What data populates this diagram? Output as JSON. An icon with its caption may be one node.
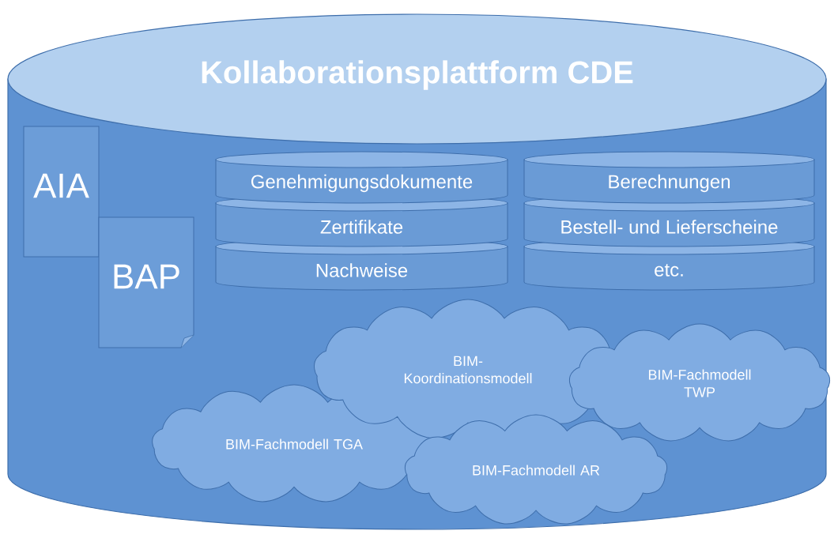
{
  "diagram": {
    "nodes": [
      {
        "text": [
          "Kollaborationsplattform CDE"
        ]
      },
      {
        "text": [
          "AIA"
        ],
        "in": 0
      },
      {
        "text": [
          "BAP"
        ],
        "in": 0
      },
      {
        "text": [
          "Genehmigungsdokumente"
        ],
        "in": 0
      },
      {
        "text": [
          "Zertifikate"
        ],
        "in": 0
      },
      {
        "text": [
          "Nachweise"
        ],
        "in": 0
      },
      {
        "text": [
          "Berechnungen"
        ],
        "in": 0
      },
      {
        "text": [
          "Bestell- und Lieferscheine"
        ],
        "in": 0
      },
      {
        "text": [
          "etc."
        ],
        "in": 0
      },
      {
        "text": [
          "BIM- Koordinationsmodell"
        ],
        "in": 0
      },
      {
        "text": [
          "BIM-Fachmodell TWP"
        ],
        "in": 0
      },
      {
        "text": [
          "BIM-Fachmodell TGA"
        ],
        "in": 0
      },
      {
        "text": [
          "BIM-Fachmodell AR"
        ],
        "in": 0
      }
    ]
  }
}
